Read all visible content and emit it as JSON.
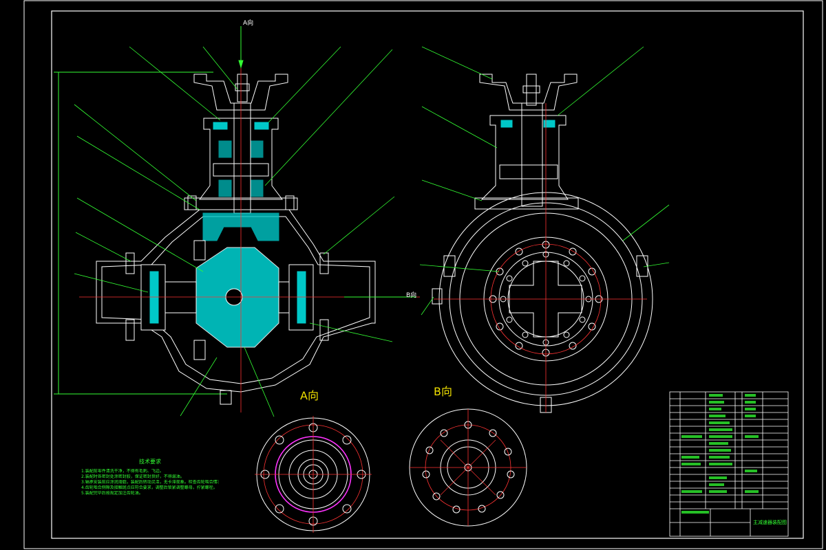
{
  "drawing": {
    "view_a_label": "A向",
    "view_b_label": "B向",
    "arrow_a_label": "A向",
    "arrow_b_label": "B向",
    "tech_requirements_title": "技术要求",
    "tech_requirements_lines": [
      "1.装配前零件清洗干净，不得有毛刺、飞边。",
      "2.装配时各密封处涂密封胶，保证密封良好，不得漏油。",
      "3.轴承安装前应涂润滑脂，装配后转动灵活，无卡滞现象。检查齿轮啮合情况。",
      "4.齿轮啮合侧隙及接触斑点应符合要求，调整后锁紧调整螺母，拧紧螺栓。",
      "5.装配完毕后按规定加注齿轮油。"
    ]
  },
  "title_block": {
    "name": "主减速器装配图"
  },
  "colors": {
    "background": "#000000",
    "outline": "#ffffff",
    "leader": "#33ff33",
    "center_line": "#ff3333",
    "hatch": "#00c8c8",
    "highlight": "#ff33ff",
    "dimension": "#33ff33",
    "text": "#f0e000"
  }
}
